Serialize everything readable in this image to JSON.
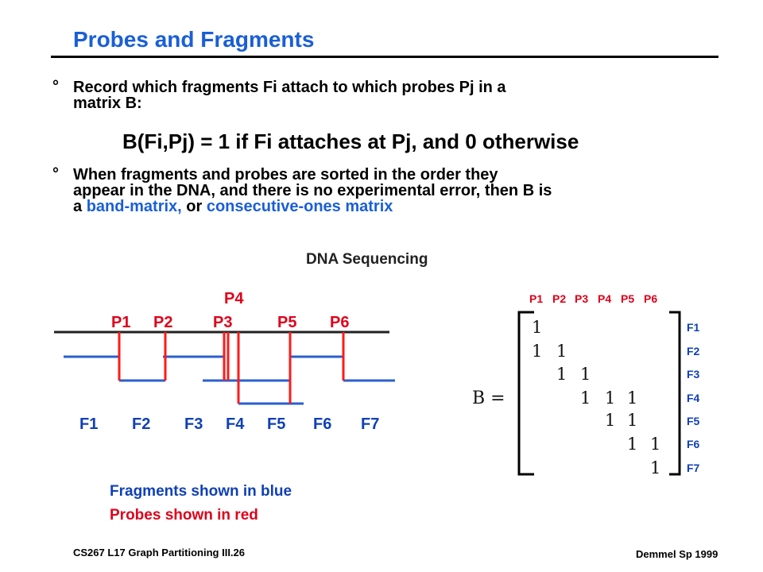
{
  "slide": {
    "title": "Probes and Fragments",
    "bullets": [
      {
        "marker": "°",
        "lines": [
          "Record which fragments Fi attach to which probes Pj in a",
          "matrix B:"
        ]
      },
      {
        "marker": "°",
        "lines": [
          "When fragments and probes are sorted in the order they",
          "appear in the DNA, and there is no experimental error, then B is"
        ],
        "last_line_prefix": "a ",
        "term1": "band-matrix,",
        "mid": " or ",
        "term2": "consecutive-ones matrix"
      }
    ],
    "formula": "B(Fi,Pj) = 1 if Fi attaches at Pj, and 0 otherwise"
  },
  "diagram": {
    "title": "DNA Sequencing",
    "probes": [
      "P1",
      "P2",
      "P3",
      "P4",
      "P5",
      "P6"
    ],
    "fragments": [
      "F1",
      "F2",
      "F3",
      "F4",
      "F5",
      "F6",
      "F7"
    ],
    "legend_fragments": "Fragments shown in blue",
    "legend_probes": "Probes shown in red",
    "colors": {
      "probe": "#ff1a1a",
      "fragment": "#2a5fd0",
      "probe_label": "#e0001a",
      "fragment_label": "#1040b8"
    }
  },
  "matrix": {
    "label": "B =",
    "col_labels": [
      "P1",
      "P2",
      "P3",
      "P4",
      "P5",
      "P6"
    ],
    "row_labels": [
      "F1",
      "F2",
      "F3",
      "F4",
      "F5",
      "F6",
      "F7"
    ],
    "rows": [
      [
        "1",
        "",
        "",
        "",
        "",
        ""
      ],
      [
        "1",
        "1",
        "",
        "",
        "",
        ""
      ],
      [
        "",
        "1",
        "1",
        "",
        "",
        ""
      ],
      [
        "",
        "",
        "1",
        "1",
        "1",
        ""
      ],
      [
        "",
        "",
        "",
        "1",
        "1",
        ""
      ],
      [
        "",
        "",
        "",
        "",
        "1",
        "1"
      ],
      [
        "",
        "",
        "",
        "",
        "",
        "1"
      ]
    ]
  },
  "footer": {
    "left": "CS267  L17 Graph Partitioning III.26",
    "right": "Demmel  Sp  1999"
  }
}
